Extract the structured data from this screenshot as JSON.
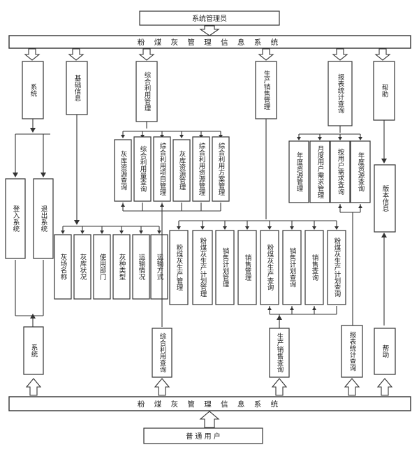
{
  "admin_box": "系统管理员",
  "top_bar": "粉 煤 灰 管 理 信 息 系 统",
  "bottom_bar": "粉 煤 灰 管 理 信 息 系 统",
  "user_box": "普 通 用 户",
  "admin_modules": {
    "system": "系统",
    "basic_info": "基础信息",
    "comprehensive_use": "综合利用管理",
    "production_sales": "生产销售管理",
    "statistics": "报表统计查询",
    "help": "帮助"
  },
  "system_items": [
    "登入系统",
    "退出系统"
  ],
  "basic_info_items": [
    "灰场名称",
    "灰库状况",
    "使用部门",
    "灰种类型",
    "运输情况",
    "运输方式"
  ],
  "comprehensive_use_items": [
    "灰库资源查询",
    "综合利用量查询",
    "综合利用项目管理",
    "灰库资源管理",
    "综合利用资源管理",
    "综合利用方案管理"
  ],
  "production_sales_items": [
    "粉煤灰生产管理",
    "粉煤灰生产计划管理",
    "销售计划管理",
    "销售管理",
    "粉煤灰生产查询",
    "销售计划查询",
    "销售查询",
    "粉煤灰生产计划查询"
  ],
  "statistics_items": [
    "年度资源管理",
    "月度用户需求管理",
    "按用户需求查询",
    "年度资源查询"
  ],
  "help_item": "版本信息",
  "user_modules": {
    "system": "系统",
    "comprehensive_query": "综合利用查询",
    "production_sales_query": "生产销售查询",
    "statistics_query": "报表统计查询",
    "help": "帮助"
  }
}
